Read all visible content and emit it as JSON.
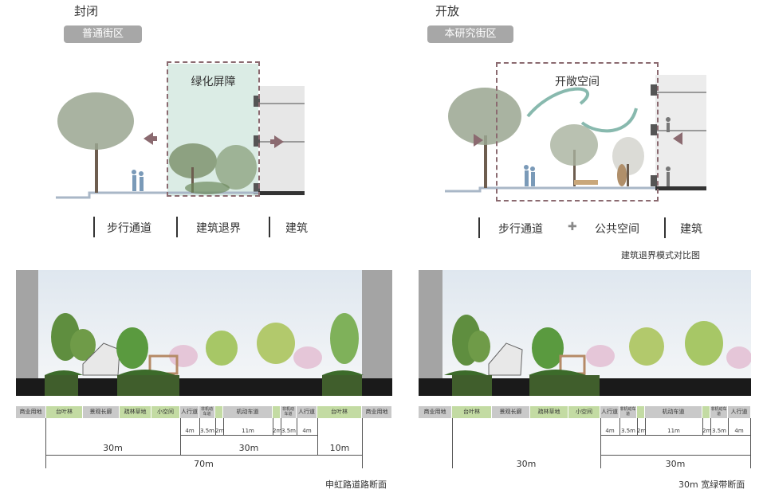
{
  "left_top": {
    "heading": "封闭",
    "chip": "普通街区",
    "zone_label": "绿化屏障",
    "segments": [
      "步行通道",
      "建筑退界",
      "建筑"
    ]
  },
  "right_top": {
    "heading": "开放",
    "chip": "本研究街区",
    "zone_label": "开敞空间",
    "segments": [
      "步行通道",
      "公共空间",
      "建筑"
    ],
    "plus": "✚",
    "caption": "建筑退界模式对比图"
  },
  "left_section": {
    "strip": [
      "商业用地",
      "台叶林",
      "景观长廊",
      "疏林草地",
      "小空间",
      "人行道",
      "非机动车道",
      "",
      "机动车道",
      "",
      "非机动车道",
      "人行道",
      "台叶林",
      "商业用地"
    ],
    "small_dims": [
      "4m",
      "3.5m",
      "2m",
      "11m",
      "2m",
      "3.5m",
      "4m"
    ],
    "dims": [
      "30m",
      "30m",
      "10m"
    ],
    "total": "70m",
    "caption": "申虹路道路断面"
  },
  "right_section": {
    "strip": [
      "商业用地",
      "台叶林",
      "景观长廊",
      "疏林草地",
      "小空间",
      "人行道",
      "非机动车道",
      "",
      "机动车道",
      "",
      "非机动车道",
      "人行道"
    ],
    "small_dims": [
      "4m",
      "3.5m",
      "2m",
      "11m",
      "2m",
      "3.5m",
      "4m"
    ],
    "dims": [
      "30m",
      "30m"
    ],
    "caption": "30m 宽绿带断面"
  },
  "colors": {
    "chip": "#a7a7a7",
    "zone_border": "#8b6a70",
    "arrow": "#8b6a70",
    "green_cell": "#c3dba3",
    "gray_cell": "#c9c9c9",
    "swoosh": "#6aa89a"
  }
}
